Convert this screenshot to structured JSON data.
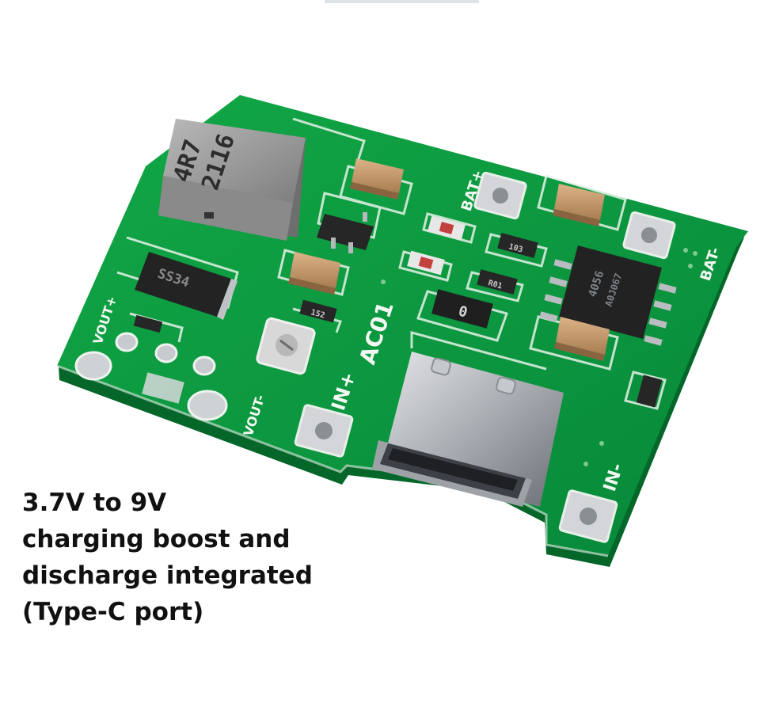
{
  "board": {
    "labels": {
      "model": "AC01",
      "in_pos": "IN+",
      "in_neg": "IN-",
      "bat_pos": "BAT+",
      "bat_neg": "BAT-",
      "vout_pos": "VOUT+",
      "vout_neg": "VOUT-"
    },
    "components": {
      "inductor_line1": "4R7",
      "inductor_line2": "2116",
      "diode": "SS34",
      "ic": "4056",
      "ic_sub": "A0J067",
      "resistor_103": "103",
      "resistor_r01": "R01",
      "resistor_152": "152",
      "zero_ohm": "0"
    }
  },
  "caption": {
    "line1": "3.7V to 9V",
    "line2": "charging boost and",
    "line3": "discharge integrated",
    "line4": "(Type-C port)"
  },
  "colors": {
    "pcb": "#0b9a3c",
    "pcb_dark": "#06602a",
    "silkscreen": "#e9f3ea",
    "pad": "#c9ccd0",
    "capacitor": "#c89a6a"
  }
}
